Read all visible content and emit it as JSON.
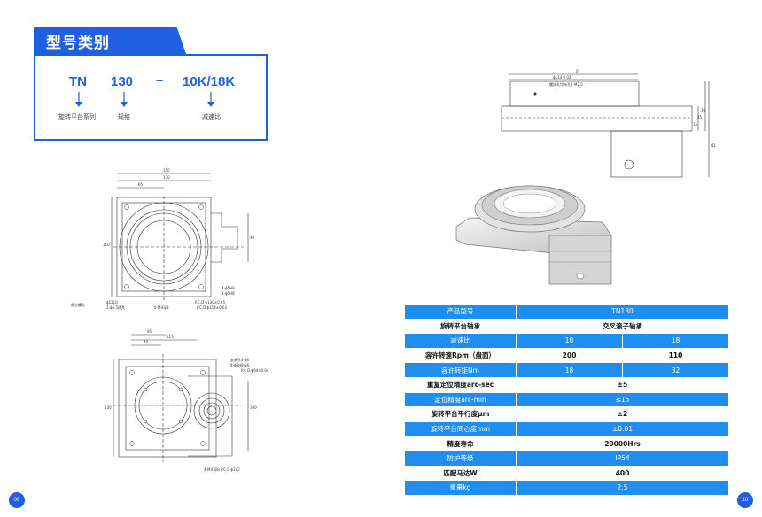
{
  "header": {
    "title": "型号类别"
  },
  "model": {
    "parts": [
      {
        "code": "TN",
        "caption": "旋转平台系列"
      },
      {
        "code": "130",
        "caption": "规格"
      },
      {
        "code": "10K/18K",
        "caption": "减速比"
      }
    ],
    "separator": "–"
  },
  "drawings": {
    "side": {
      "dim_top": "0",
      "dim_dia": "ϕ114 0.02",
      "dim_holes": "螺纹孔均布孔2-M2.5",
      "dim_15": "15",
      "dim_25": "25",
      "dim_39": "39",
      "dim_81": "81"
    },
    "top": {
      "dim_150": "150",
      "dim_130": "130",
      "dim_65": "65",
      "dim_left": "150",
      "dim_right": "40",
      "notes": [
        "4-ϕ5H8",
        "4-ϕ5H8",
        "P.C.D ϕ130±0.05"
      ],
      "bottom_labels": [
        "限位螺孔",
        "ϕ12(2)",
        "2-ϕ5.5通孔",
        "6-M4深8",
        "P.C.D ϕ114±0.02"
      ]
    },
    "bottom": {
      "dim_95": "95",
      "dim_115": "115",
      "dim_40": "40",
      "dim_left": "130",
      "dim_right": "100",
      "notes": [
        "安装孔4-ϕ6",
        "4-ϕ5H8深6",
        "P.C.D ϕ94±0.04"
      ],
      "bottom_label": "4-M4 深8 P.C.D ϕ102"
    }
  },
  "spec_table": {
    "rows": [
      {
        "label": "产品型号",
        "style": "blue",
        "values": [
          "TN130"
        ]
      },
      {
        "label": "旋转平台轴承",
        "style": "white",
        "values": [
          "交叉滚子轴承"
        ]
      },
      {
        "label": "减速比",
        "style": "blue",
        "values": [
          "10",
          "18"
        ]
      },
      {
        "label": "容许转速Rpm（盘面）",
        "style": "white",
        "values": [
          "200",
          "110"
        ]
      },
      {
        "label": "容许转矩Nm",
        "style": "blue",
        "values": [
          "18",
          "32"
        ]
      },
      {
        "label": "重复定位精度arc-sec",
        "style": "white",
        "values": [
          "±5"
        ]
      },
      {
        "label": "定位精度arc-min",
        "style": "blue",
        "values": [
          "≤15"
        ]
      },
      {
        "label": "旋转平台平行度μm",
        "style": "white",
        "values": [
          "±2"
        ]
      },
      {
        "label": "旋转平台同心度mm",
        "style": "blue",
        "values": [
          "±0.01"
        ]
      },
      {
        "label": "精度寿命",
        "style": "white",
        "values": [
          "20000Hrs"
        ]
      },
      {
        "label": "防护等级",
        "style": "blue",
        "values": [
          "IP54"
        ]
      },
      {
        "label": "匹配马达W",
        "style": "white",
        "values": [
          "400"
        ]
      },
      {
        "label": "重量kg",
        "style": "blue",
        "values": [
          "2.5"
        ]
      }
    ]
  },
  "pages": {
    "left": "09",
    "right": "10"
  },
  "colors": {
    "brand": "#1f5fe0",
    "table_blue": "#1f8ef0"
  }
}
